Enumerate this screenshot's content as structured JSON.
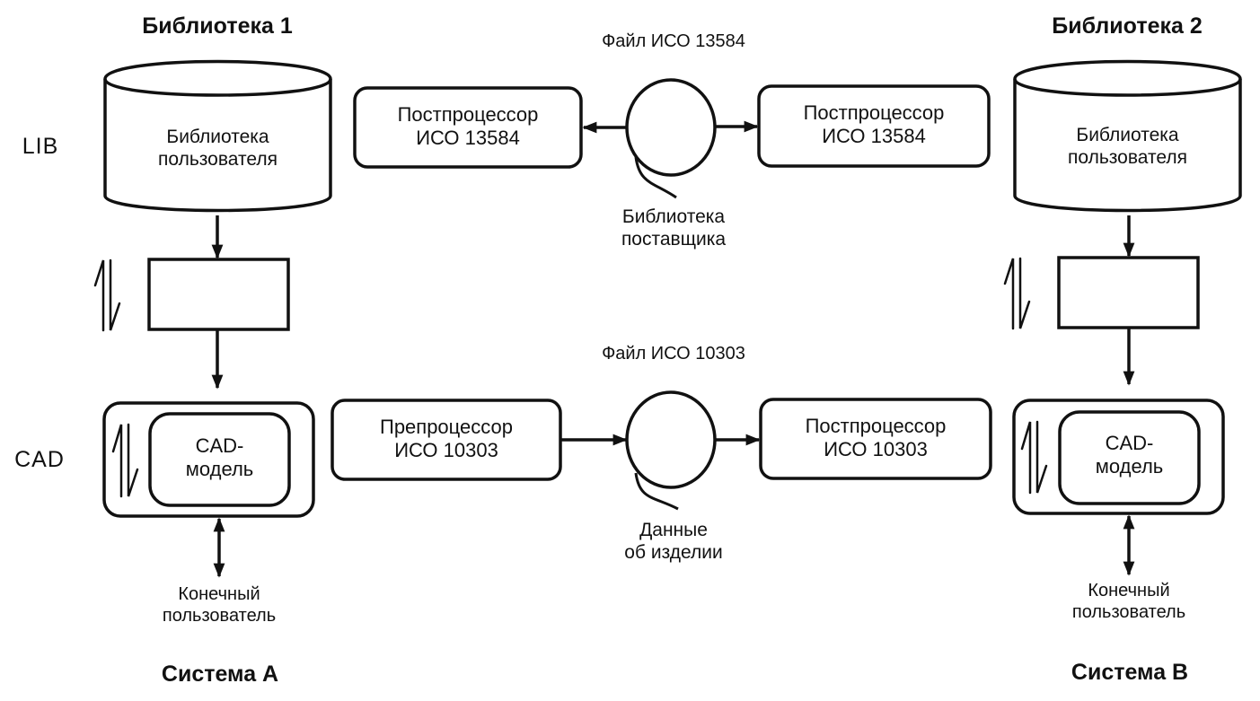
{
  "titles": {
    "library_1": "Библиотека 1",
    "library_2": "Библиотека 2",
    "system_a": "Система А",
    "system_b": "Система В"
  },
  "row_labels": {
    "lib": "LIB",
    "cad": "CAD"
  },
  "system_a": {
    "user_library": [
      "Библиотека",
      "пользователя"
    ],
    "cad_model": [
      "CAD-",
      "модель"
    ],
    "end_user": [
      "Конечный",
      "пользователь"
    ]
  },
  "system_b": {
    "user_library": [
      "Библиотека",
      "пользователя"
    ],
    "cad_model": [
      "CAD-",
      "модель"
    ],
    "end_user": [
      "Конечный",
      "пользователь"
    ]
  },
  "exchange_13584": {
    "file_label": "Файл ИСО 13584",
    "left_processor": [
      "Постпроцессор",
      "ИСО 13584"
    ],
    "right_processor": [
      "Постпроцессор",
      "ИСО 13584"
    ],
    "medium_label": [
      "Библиотека",
      "поставщика"
    ]
  },
  "exchange_10303": {
    "file_label": "Файл ИСО 10303",
    "left_processor": [
      "Препроцессор",
      "ИСО 10303"
    ],
    "right_processor": [
      "Постпроцессор",
      "ИСО 10303"
    ],
    "medium_label": [
      "Данные",
      "об изделии"
    ]
  }
}
